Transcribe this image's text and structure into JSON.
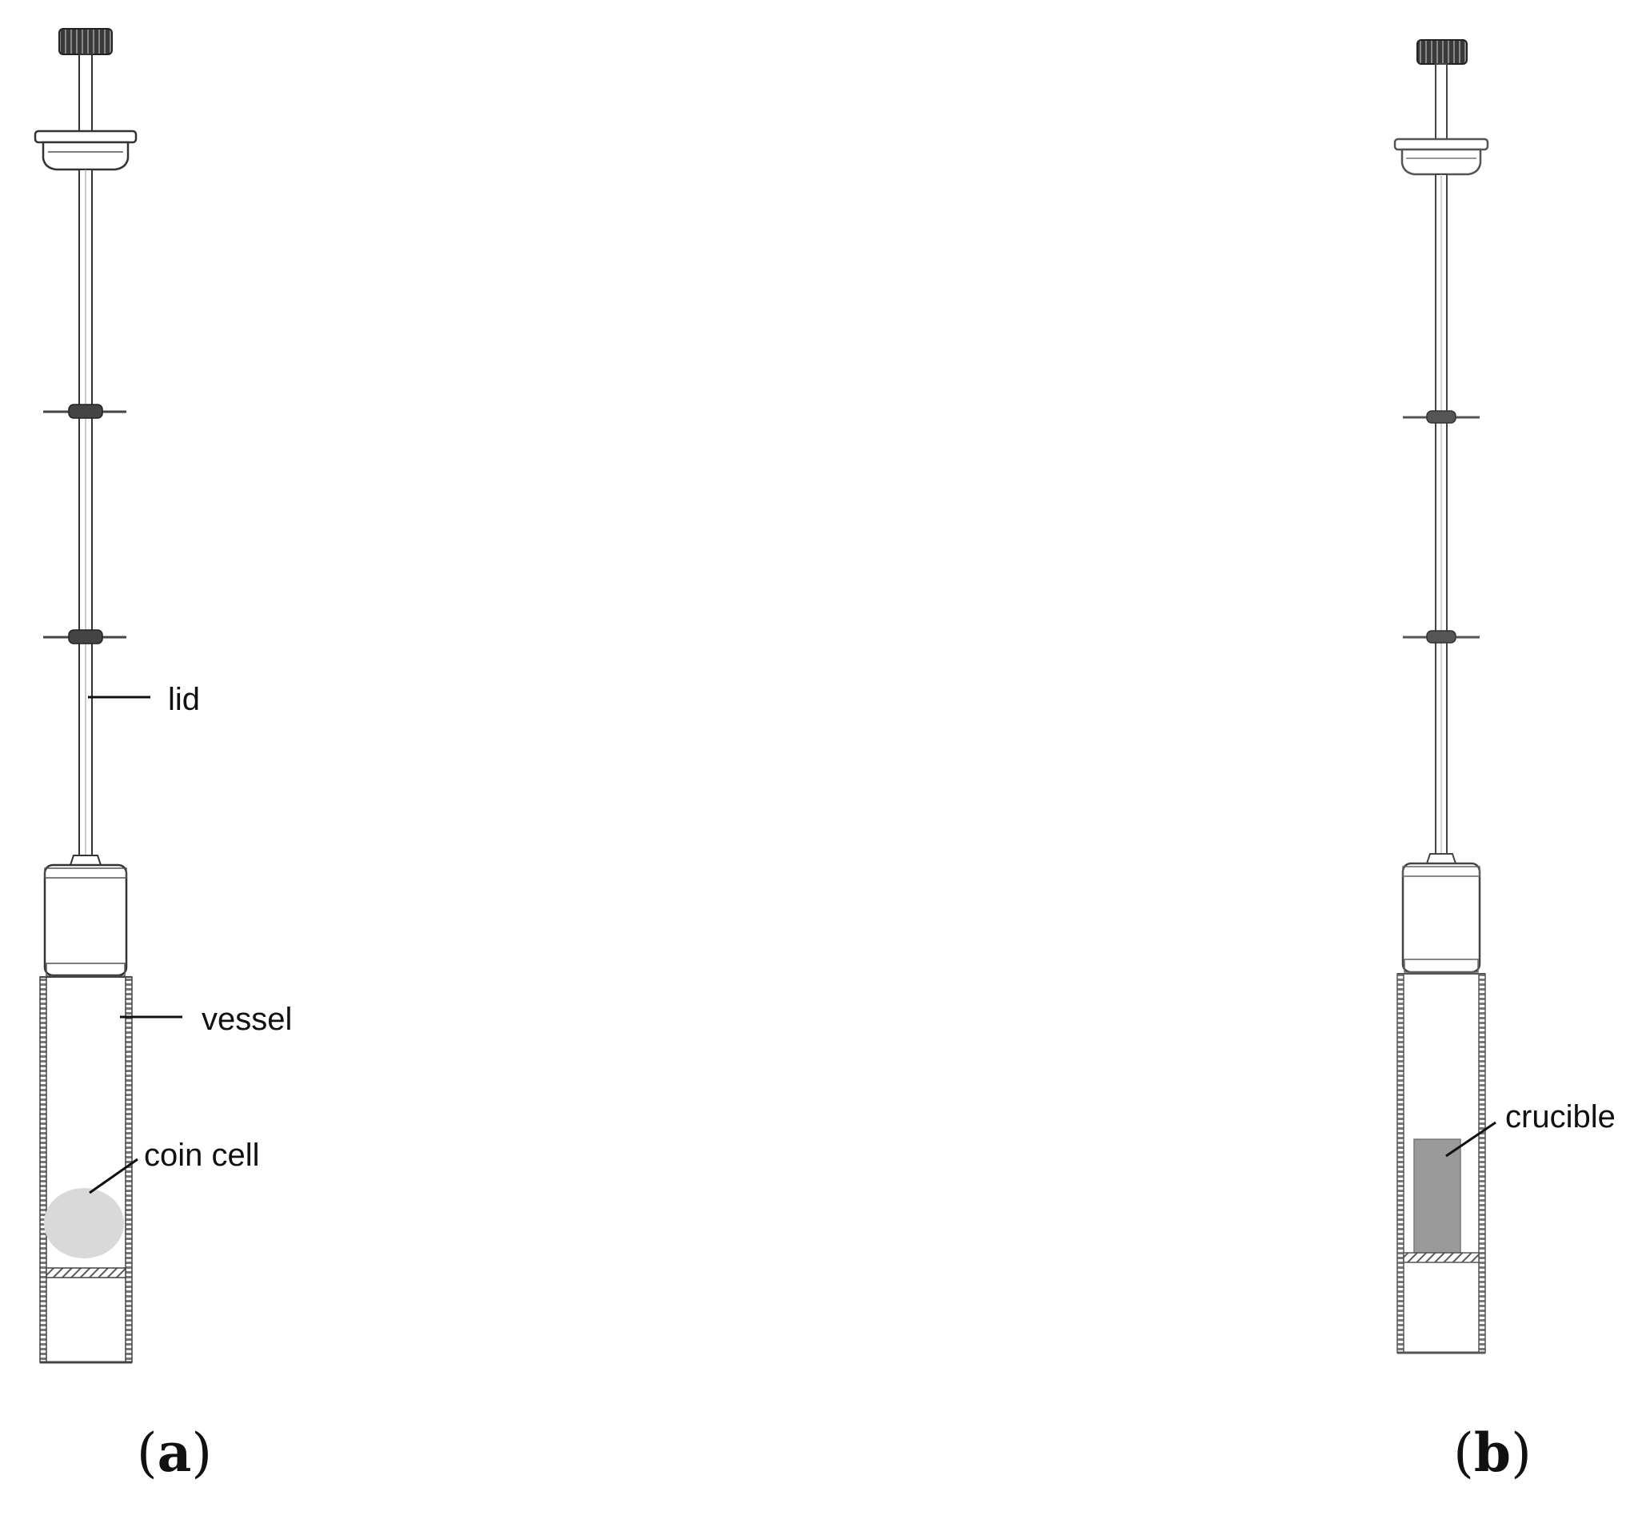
{
  "panel_a": {
    "labels": {
      "lid": "lid",
      "vessel": "vessel",
      "coin_cell": "coin cell"
    },
    "caption": {
      "open": "(",
      "letter": "a",
      "close": ")"
    }
  },
  "panel_b": {
    "labels": {
      "crucible": "crucible"
    },
    "caption": {
      "open": "(",
      "letter": "b",
      "close": ")"
    }
  },
  "colors": {
    "line": "#333333",
    "hatch": "#6b6b6b",
    "coin_cell_fill": "#d9d9d9",
    "crucible_fill": "#9a9a9a",
    "knob_fill": "#3a3a3a"
  }
}
